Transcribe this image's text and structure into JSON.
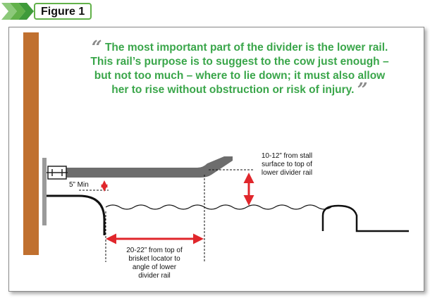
{
  "header": {
    "title": "Figure 1",
    "accent_color": "#62b14a"
  },
  "quote": {
    "open_mark": "“",
    "text": "The most important part of the divider is the lower rail. This rail’s purpose is to suggest to the cow just enough – but not too much – where to lie down; it must also allow her to rise without obstruction or risk of injury.",
    "close_mark": "”",
    "color": "#3aa64a"
  },
  "annotations": {
    "min_clearance": "5” Min",
    "rail_height_line1": "10-12” from stall",
    "rail_height_line2": "surface to top of",
    "rail_height_line3": "lower divider rail",
    "distance_line1": "20-22” from top of",
    "distance_line2": "brisket locator to",
    "distance_line3": "angle of lower",
    "distance_line4": "divider rail"
  },
  "colors": {
    "post": "#c0702f",
    "rail": "#6d6d6d",
    "arrow": "#e0262b"
  }
}
